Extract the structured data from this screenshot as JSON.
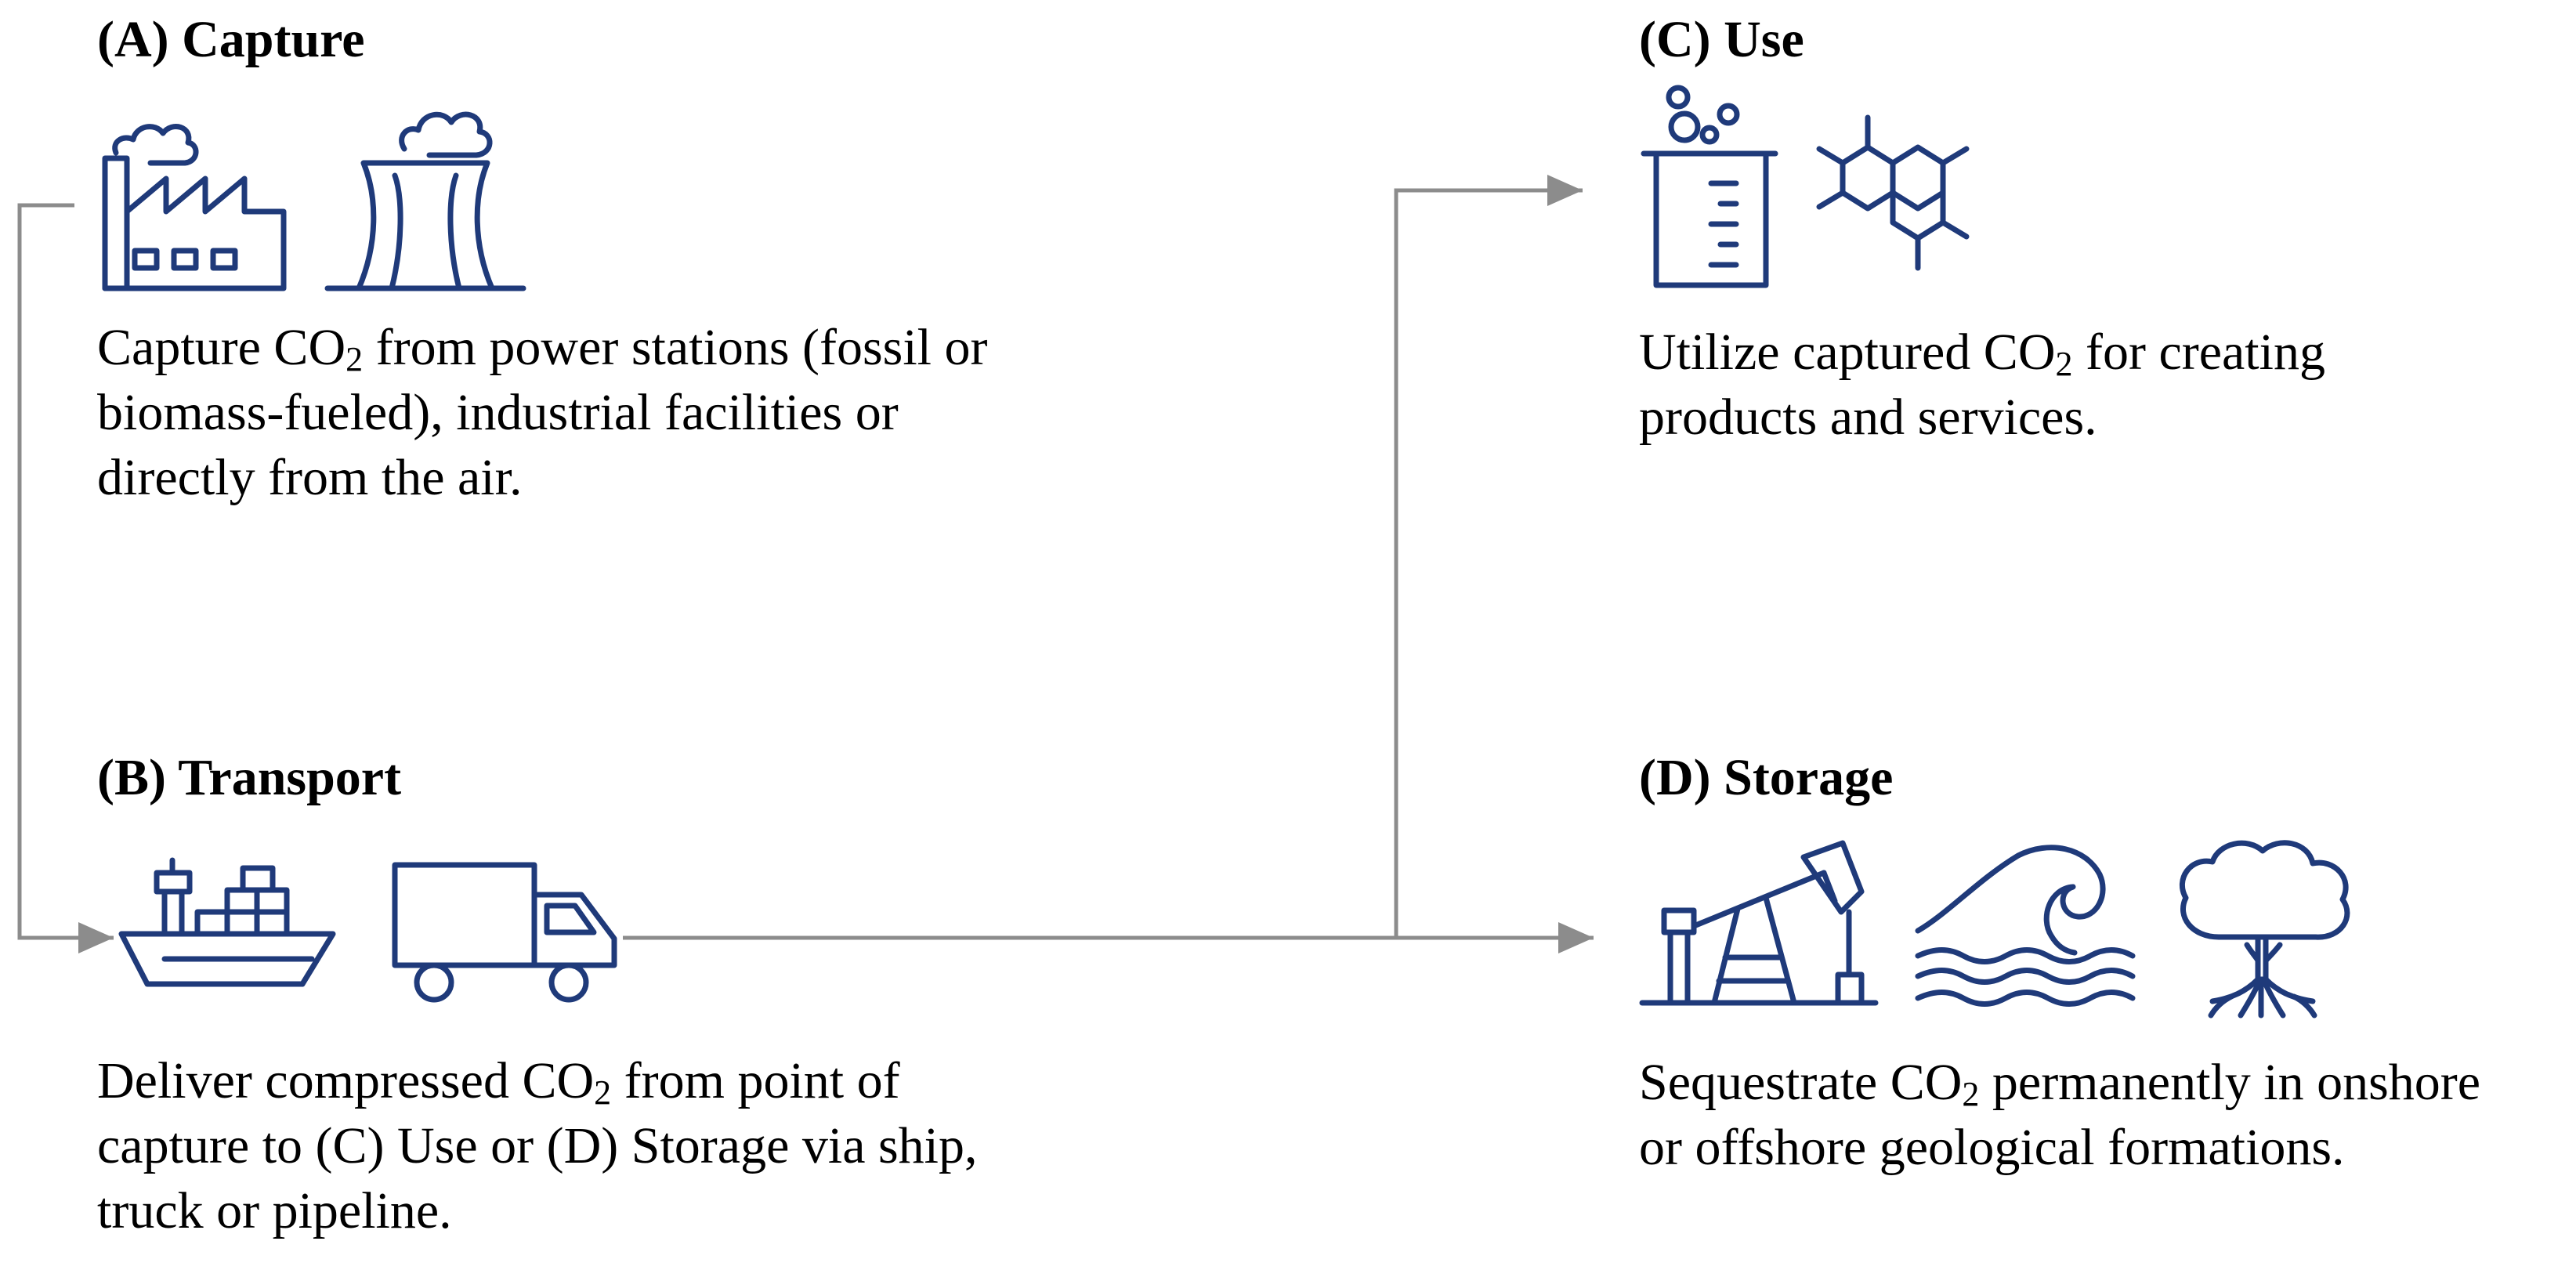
{
  "sections": {
    "capture": {
      "title": "(A) Capture",
      "icons": [
        "factory-icon",
        "cooling-tower-icon"
      ],
      "lines": [
        {
          "pre": "Capture CO",
          "sub": "2",
          "post": " from power stations (fossil or"
        },
        {
          "pre": "biomass-fueled), industrial facilities or",
          "sub": "",
          "post": ""
        },
        {
          "pre": "directly from the air.",
          "sub": "",
          "post": ""
        }
      ]
    },
    "transport": {
      "title": "(B) Transport",
      "icons": [
        "ship-icon",
        "truck-icon"
      ],
      "lines": [
        {
          "pre": "Deliver compressed CO",
          "sub": "2",
          "post": " from point of"
        },
        {
          "pre": "capture to (C) Use or (D) Storage via ship,",
          "sub": "",
          "post": ""
        },
        {
          "pre": "truck or pipeline.",
          "sub": "",
          "post": ""
        }
      ]
    },
    "use": {
      "title": "(C) Use",
      "icons": [
        "beaker-icon",
        "molecule-icon"
      ],
      "lines": [
        {
          "pre": "Utilize captured CO",
          "sub": "2",
          "post": " for creating"
        },
        {
          "pre": "products and services.",
          "sub": "",
          "post": ""
        }
      ]
    },
    "storage": {
      "title": "(D) Storage",
      "icons": [
        "oil-pump-icon",
        "wave-icon",
        "tree-icon"
      ],
      "lines": [
        {
          "pre": "Sequestrate CO",
          "sub": "2",
          "post": " permanently in onshore"
        },
        {
          "pre": "or offshore geological formations.",
          "sub": "",
          "post": ""
        }
      ]
    }
  },
  "colors": {
    "icon": "#1f3a7a",
    "connector": "#8c8c8c",
    "text": "#000000"
  }
}
